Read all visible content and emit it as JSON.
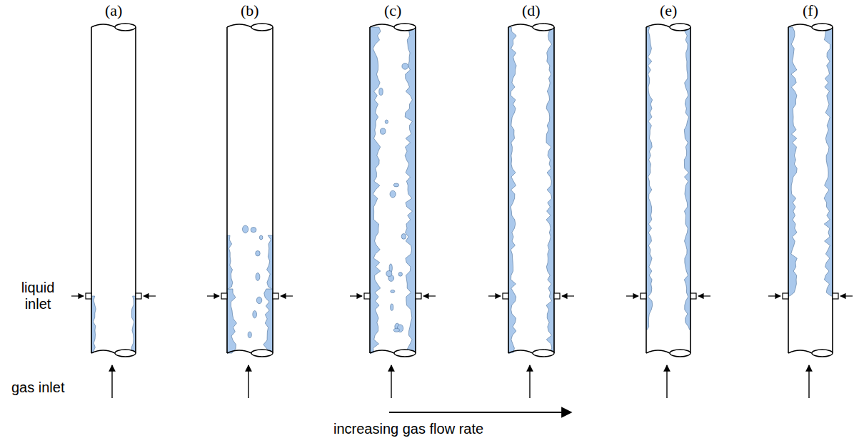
{
  "diagram": {
    "labels": [
      "(a)",
      "(b)",
      "(c)",
      "(d)",
      "(e)",
      "(f)",
      "liquid inlet",
      "gas inlet",
      "increasing gas flow rate"
    ]
  }
}
